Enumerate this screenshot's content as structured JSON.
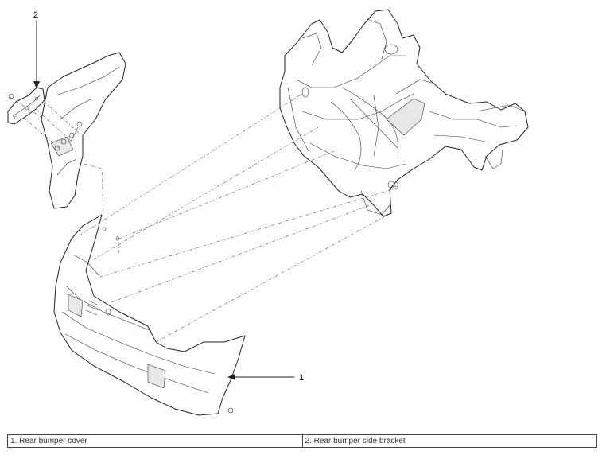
{
  "callouts": [
    {
      "id": "1",
      "label": "1"
    },
    {
      "id": "2",
      "label": "2"
    }
  ],
  "legend": [
    {
      "text": "1. Rear bumper cover"
    },
    {
      "text": "2. Rear bumper side bracket"
    }
  ],
  "colors": {
    "line": "#222222",
    "background": "#ffffff"
  }
}
